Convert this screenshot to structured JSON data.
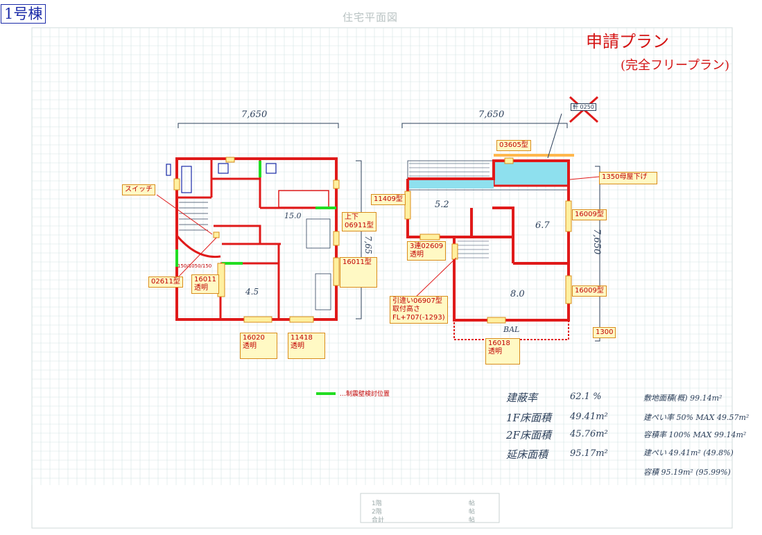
{
  "document": {
    "building_id": "1号棟",
    "sheet_title": "住宅平面図",
    "plan_name_line1": "申請プラン",
    "plan_name_line2": "(完全フリープラン)"
  },
  "dimensions": {
    "f1_width": "7,650",
    "f2_width": "7,650",
    "f2_depth": "7,650",
    "f1_depth": "7,65"
  },
  "room_areas": {
    "f1_ldk": "15.0",
    "f1_washitsu": "4.5",
    "f2_room_a": "5.2",
    "f2_room_b": "6.7",
    "f2_room_c": "8.0",
    "f2_bal": "BAL"
  },
  "callouts_f1": [
    "スイッチ",
    "150/1050/150",
    "02611型",
    "16011\n透明",
    "上下\n06911型",
    "16011型",
    "16020\n透明",
    "11418\n透明"
  ],
  "callouts_f2": [
    "03605型",
    "1350母屋下げ",
    "11409型",
    "16009型",
    "3連02609\n透明",
    "16009型",
    "引違い06907型\n取付高さ\nFL+707(-1293)",
    "1300",
    "16018\n透明"
  ],
  "crossed_out_label": "軒 0250",
  "legend": {
    "text": "…制震壁検討位置",
    "color": "#22dd22"
  },
  "stats_left": [
    {
      "label": "建蔽率",
      "value": "62.1 %"
    },
    {
      "label": "1F床面積",
      "value": "49.41m²"
    },
    {
      "label": "2F床面積",
      "value": "45.76m²"
    },
    {
      "label": "延床面積",
      "value": "95.17m²"
    }
  ],
  "stats_right": [
    "敷地面積(概) 99.14m²",
    "建ぺい率 50% MAX 49.57m²",
    "容積率 100% MAX 99.14m²",
    "建ぺい 49.41m² (49.8%)",
    "容積 95.19m² (95.99%)"
  ],
  "footer_rows": [
    [
      "1階",
      "帖"
    ],
    [
      "2階",
      "帖"
    ],
    [
      "合計",
      "帖"
    ]
  ],
  "colors": {
    "wall_red": "#e01a1a",
    "grid": "#d4e4e4",
    "window_fill": "#fff0a0",
    "window_stroke": "#d98c1a",
    "skylight_cyan": "#8ee0ee",
    "seismic_green": "#22dd22",
    "label_text": "#c00000",
    "pencil": "#2b3f5a"
  }
}
